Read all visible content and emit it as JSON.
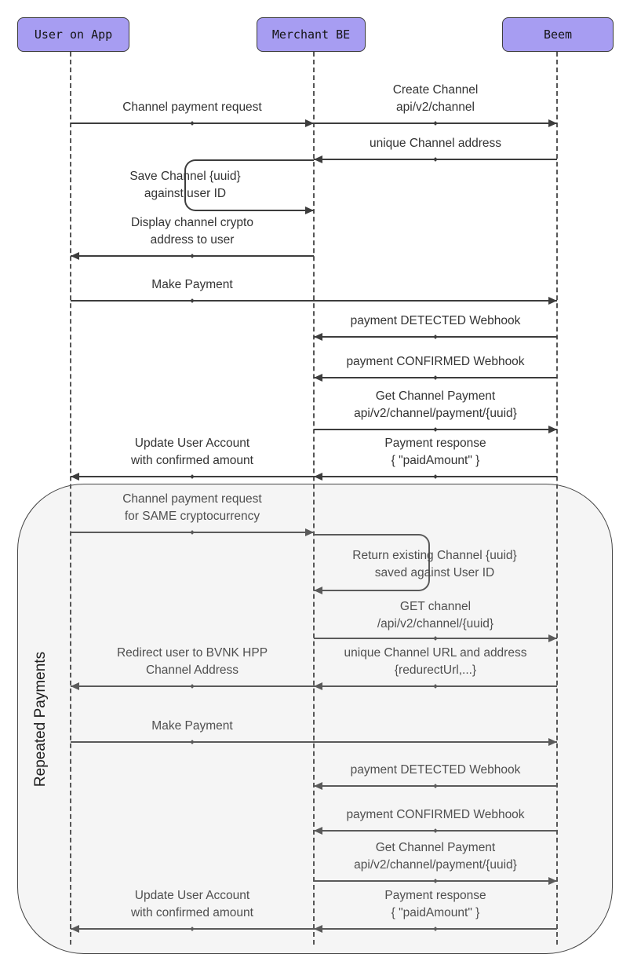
{
  "diagram_type": "sequence-diagram",
  "actors": [
    {
      "id": "user",
      "label": "User on App"
    },
    {
      "id": "merchant",
      "label": "Merchant BE"
    },
    {
      "id": "beem",
      "label": "Beem"
    }
  ],
  "group": {
    "label": "Repeated Payments"
  },
  "colors": {
    "actor_fill": "#a79df2",
    "actor_border": "#3b3b3b",
    "message_line": "#3d3d3d",
    "message_line_in_group": "#5a5a5a",
    "message_text": "#333333",
    "message_text_in_group": "#4f4f4f",
    "group_fill": "#f5f5f5",
    "group_border": "#474747",
    "lifeline": "#575757",
    "background": "#ffffff"
  },
  "messages": [
    {
      "from": "User on App",
      "to": "Merchant BE",
      "lines": [
        "Channel payment request"
      ]
    },
    {
      "from": "Merchant BE",
      "to": "Beem",
      "lines": [
        "Create Channel",
        "api/v2/channel"
      ]
    },
    {
      "from": "Beem",
      "to": "Merchant BE",
      "lines": [
        "unique Channel address"
      ]
    },
    {
      "from": "Merchant BE",
      "to": "Merchant BE",
      "self": true,
      "lines": [
        "Save Channel {uuid}",
        "against user ID"
      ]
    },
    {
      "from": "Merchant BE",
      "to": "User on App",
      "lines": [
        "Display channel crypto",
        "address to user"
      ]
    },
    {
      "from": "User on App",
      "to": "Beem",
      "lines": [
        "Make Payment"
      ]
    },
    {
      "from": "Beem",
      "to": "Merchant BE",
      "lines": [
        "payment DETECTED Webhook"
      ]
    },
    {
      "from": "Beem",
      "to": "Merchant BE",
      "lines": [
        "payment CONFIRMED Webhook"
      ]
    },
    {
      "from": "Merchant BE",
      "to": "Beem",
      "lines": [
        "Get Channel Payment",
        "api/v2/channel/payment/{uuid}"
      ]
    },
    {
      "from": "Beem",
      "to": "Merchant BE",
      "lines": [
        "Payment response",
        "{ \"paidAmount\" }"
      ]
    },
    {
      "from": "Merchant BE",
      "to": "User on App",
      "lines": [
        "Update User Account",
        "with confirmed amount"
      ]
    },
    {
      "from": "User on App",
      "to": "Merchant BE",
      "group": "Repeated Payments",
      "lines": [
        "Channel payment request",
        "for SAME cryptocurrency"
      ]
    },
    {
      "from": "Merchant BE",
      "to": "Merchant BE",
      "self": true,
      "group": "Repeated Payments",
      "lines": [
        "Return existing Channel {uuid}",
        "saved against User ID"
      ]
    },
    {
      "from": "Merchant BE",
      "to": "Beem",
      "group": "Repeated Payments",
      "lines": [
        "GET channel",
        "/api/v2/channel/{uuid}"
      ]
    },
    {
      "from": "Beem",
      "to": "Merchant BE",
      "group": "Repeated Payments",
      "lines": [
        "unique Channel URL and address",
        "{redurectUrl,...}"
      ]
    },
    {
      "from": "Merchant BE",
      "to": "User on App",
      "group": "Repeated Payments",
      "lines": [
        "Redirect user to BVNK HPP",
        "Channel Address"
      ]
    },
    {
      "from": "User on App",
      "to": "Beem",
      "group": "Repeated Payments",
      "lines": [
        "Make Payment"
      ]
    },
    {
      "from": "Beem",
      "to": "Merchant BE",
      "group": "Repeated Payments",
      "lines": [
        "payment DETECTED Webhook"
      ]
    },
    {
      "from": "Beem",
      "to": "Merchant BE",
      "group": "Repeated Payments",
      "lines": [
        "payment CONFIRMED Webhook"
      ]
    },
    {
      "from": "Merchant BE",
      "to": "Beem",
      "group": "Repeated Payments",
      "lines": [
        "Get Channel Payment",
        "api/v2/channel/payment/{uuid}"
      ]
    },
    {
      "from": "Beem",
      "to": "Merchant BE",
      "group": "Repeated Payments",
      "lines": [
        "Payment response",
        "{ \"paidAmount\" }"
      ]
    },
    {
      "from": "Merchant BE",
      "to": "User on App",
      "group": "Repeated Payments",
      "lines": [
        "Update User Account",
        "with confirmed amount"
      ]
    }
  ]
}
